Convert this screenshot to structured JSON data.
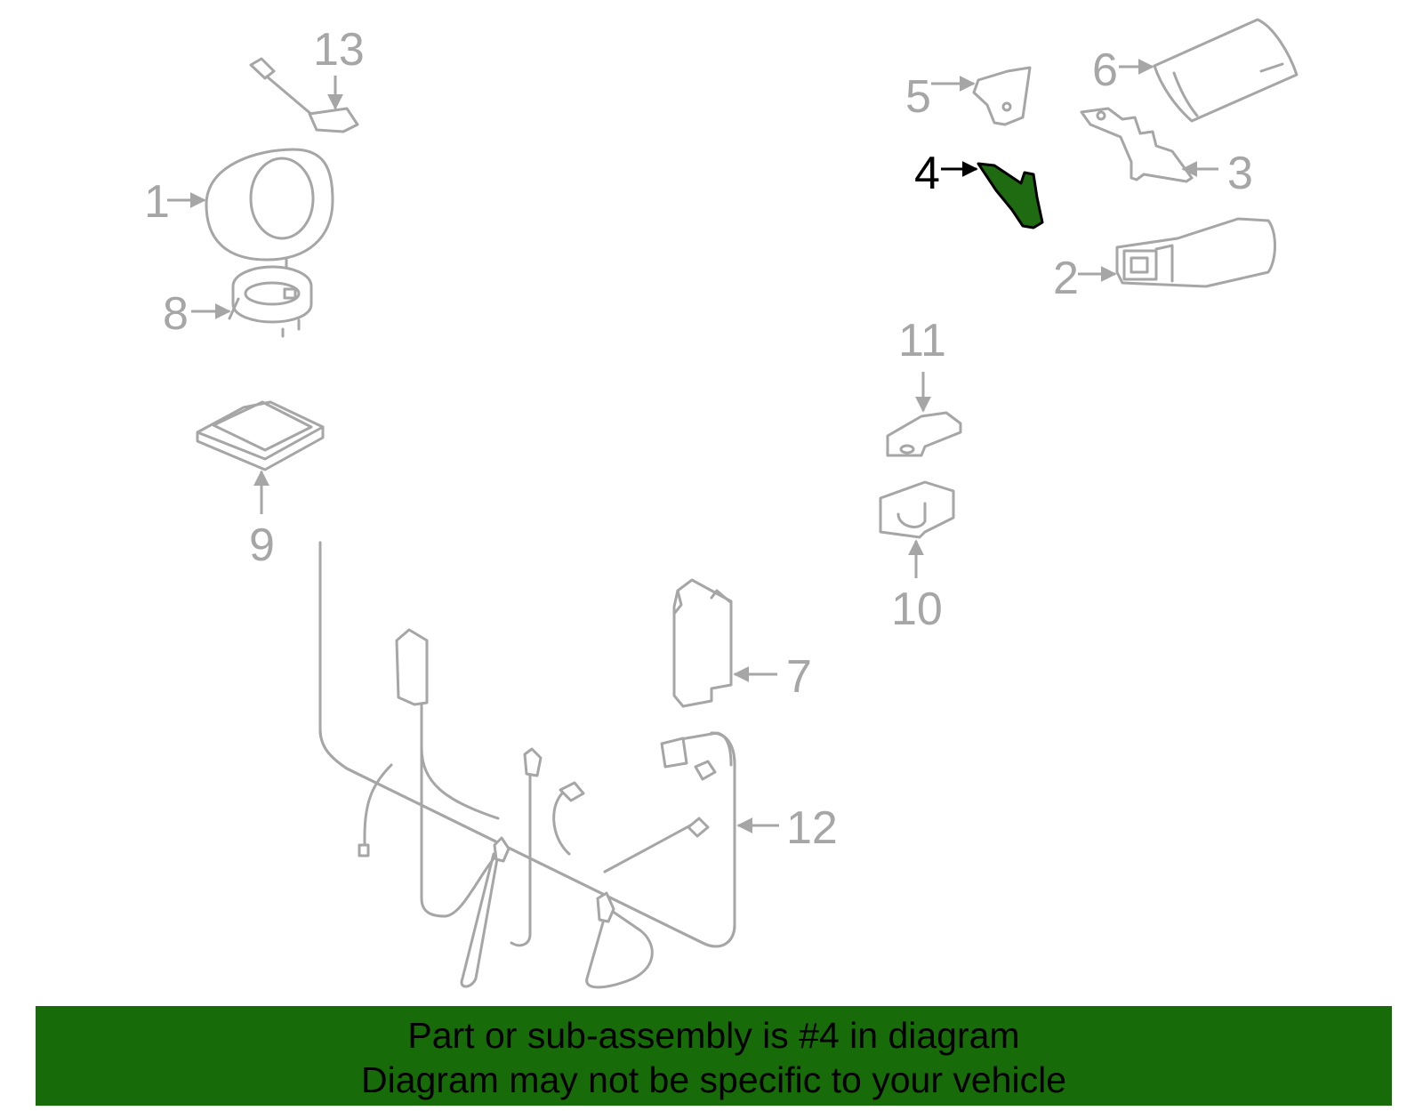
{
  "callouts": {
    "c1": "1",
    "c2": "2",
    "c3": "3",
    "c4": "4",
    "c5": "5",
    "c6": "6",
    "c7": "7",
    "c8": "8",
    "c9": "9",
    "c10": "10",
    "c11": "11",
    "c12": "12",
    "c13": "13"
  },
  "highlight": {
    "part_number": "4",
    "color": "#1e6b12"
  },
  "banner": {
    "line1": "Part or sub-assembly is #4 in diagram",
    "line2": "Diagram may not be specific to your vehicle",
    "background": "#176b08"
  }
}
